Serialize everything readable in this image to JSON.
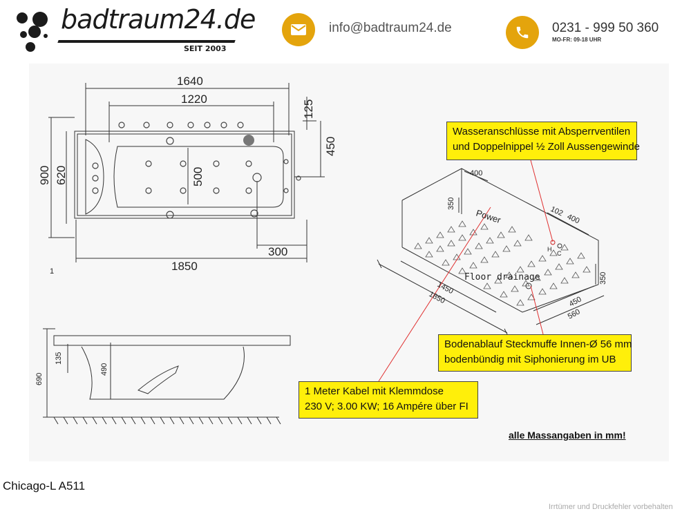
{
  "header": {
    "logo_text": "badtraum24.de",
    "logo_tagline": "SEIT 2003",
    "email": "info@badtraum24.de",
    "phone": "0231 - 999 50 360",
    "hours": "MO-FR: 09-18 UHR"
  },
  "top_view": {
    "dims": [
      "1640",
      "1220",
      "125",
      "450",
      "900",
      "620",
      "500",
      "300",
      "1850"
    ],
    "marker": "1"
  },
  "side_view": {
    "dims": [
      "135",
      "490",
      "690"
    ]
  },
  "iso_view": {
    "labels": [
      "400",
      "350",
      "Power",
      "102",
      "400",
      "H",
      "C",
      "350",
      "Floor drainage",
      "1450",
      "1850",
      "450",
      "560"
    ]
  },
  "notes": {
    "water": [
      "Wasseranschlüsse mit Absperrventilen",
      "und Doppelnippel ½ Zoll Aussengewinde"
    ],
    "drain": [
      "Bodenablauf Steckmuffe Innen-Ø 56 mm",
      "bodenbündig mit Siphonierung im UB"
    ],
    "cable": [
      "1 Meter Kabel mit Klemmdose",
      "230 V; 3.00 KW; 16 Ampére über FI"
    ],
    "measure": "alle Massangaben in mm!"
  },
  "caption": "Chicago-L A511",
  "disclaimer": "Irrtümer und Druckfehler vorbehalten",
  "colors": {
    "accent": "#e4a40c",
    "note_bg": "#ffef0a",
    "leader": "#e03030"
  },
  "icons": [
    "logo-bubbles-icon",
    "envelope-icon",
    "phone-icon"
  ]
}
